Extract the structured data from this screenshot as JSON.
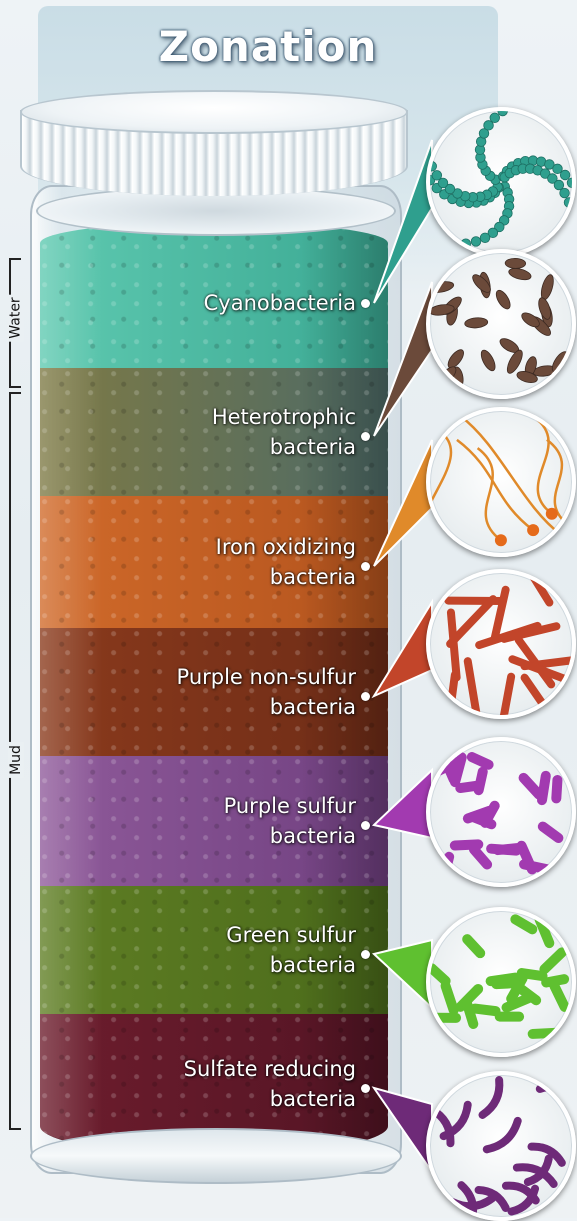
{
  "title": "Zonation",
  "brackets": {
    "water": "Water",
    "mud": "Mud"
  },
  "layers": [
    {
      "id": "cyanobacteria",
      "lines": [
        "Cyanobacteria"
      ],
      "color": "#5ec9b0",
      "color2": "#3aa892",
      "organism_color": "#2f9f8e",
      "shape": "chain"
    },
    {
      "id": "heterotrophic",
      "lines": [
        "Heterotrophic",
        "bacteria"
      ],
      "color": "#7e7a45",
      "color2": "#4d6a66",
      "organism_color": "#6b4a3a",
      "shape": "bean"
    },
    {
      "id": "iron-oxidizing",
      "lines": [
        "Iron oxidizing",
        "bacteria"
      ],
      "color": "#d06a2a",
      "color2": "#b3531d",
      "organism_color": "#e08a2a",
      "shape": "stalk"
    },
    {
      "id": "purple-non-sulfur",
      "lines": [
        "Purple non-sulfur",
        "bacteria"
      ],
      "color": "#8a3a1c",
      "color2": "#6e2c17",
      "organism_color": "#c2452a",
      "shape": "rod-long"
    },
    {
      "id": "purple-sulfur",
      "lines": [
        "Purple sulfur",
        "bacteria"
      ],
      "color": "#8f5a9a",
      "color2": "#6f3f7f",
      "organism_color": "#a23ab0",
      "shape": "rod"
    },
    {
      "id": "green-sulfur",
      "lines": [
        "Green sulfur",
        "bacteria"
      ],
      "color": "#5f7e24",
      "color2": "#4a6a1a",
      "organism_color": "#5fc030",
      "shape": "rod"
    },
    {
      "id": "sulfate-reducing",
      "lines": [
        "Sulfate reducing",
        "bacteria"
      ],
      "color": "#6d1d2d",
      "color2": "#531424",
      "organism_color": "#6e2a78",
      "shape": "curve"
    }
  ]
}
